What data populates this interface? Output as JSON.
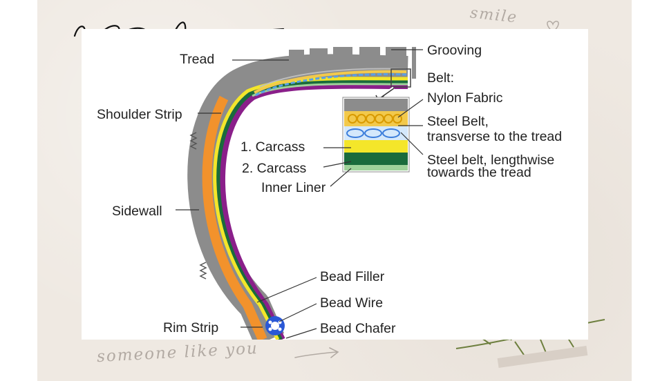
{
  "slide": {
    "note_top": "smile",
    "note_bottom": "someone like you"
  },
  "diagram": {
    "labels": {
      "tread": "Tread",
      "grooving": "Grooving",
      "belt": "Belt:",
      "nylon_fabric": "Nylon Fabric",
      "steel_belt_transverse_1": "Steel Belt,",
      "steel_belt_transverse_2": "transverse to the tread",
      "steel_belt_lengthwise_1": "Steel belt, lengthwise",
      "steel_belt_lengthwise_2": "towards the tread",
      "shoulder_strip": "Shoulder Strip",
      "carcass_1": "1. Carcass",
      "carcass_2": "2. Carcass",
      "inner_liner": "Inner Liner",
      "sidewall": "Sidewall",
      "bead_filler": "Bead Filler",
      "bead_wire": "Bead Wire",
      "rim_strip": "Rim Strip",
      "bead_chafer": "Bead Chafer"
    },
    "colors": {
      "rubber": "#8c8c8c",
      "orange_strip": "#f2922c",
      "purple_liner": "#8a1f8a",
      "green_carcass": "#1a6b3c",
      "yellow_carcass": "#f4e62a",
      "light_green": "#9fd29a",
      "nylon": "#f2c94c",
      "steel_blue": "#5aa0e8"
    }
  }
}
